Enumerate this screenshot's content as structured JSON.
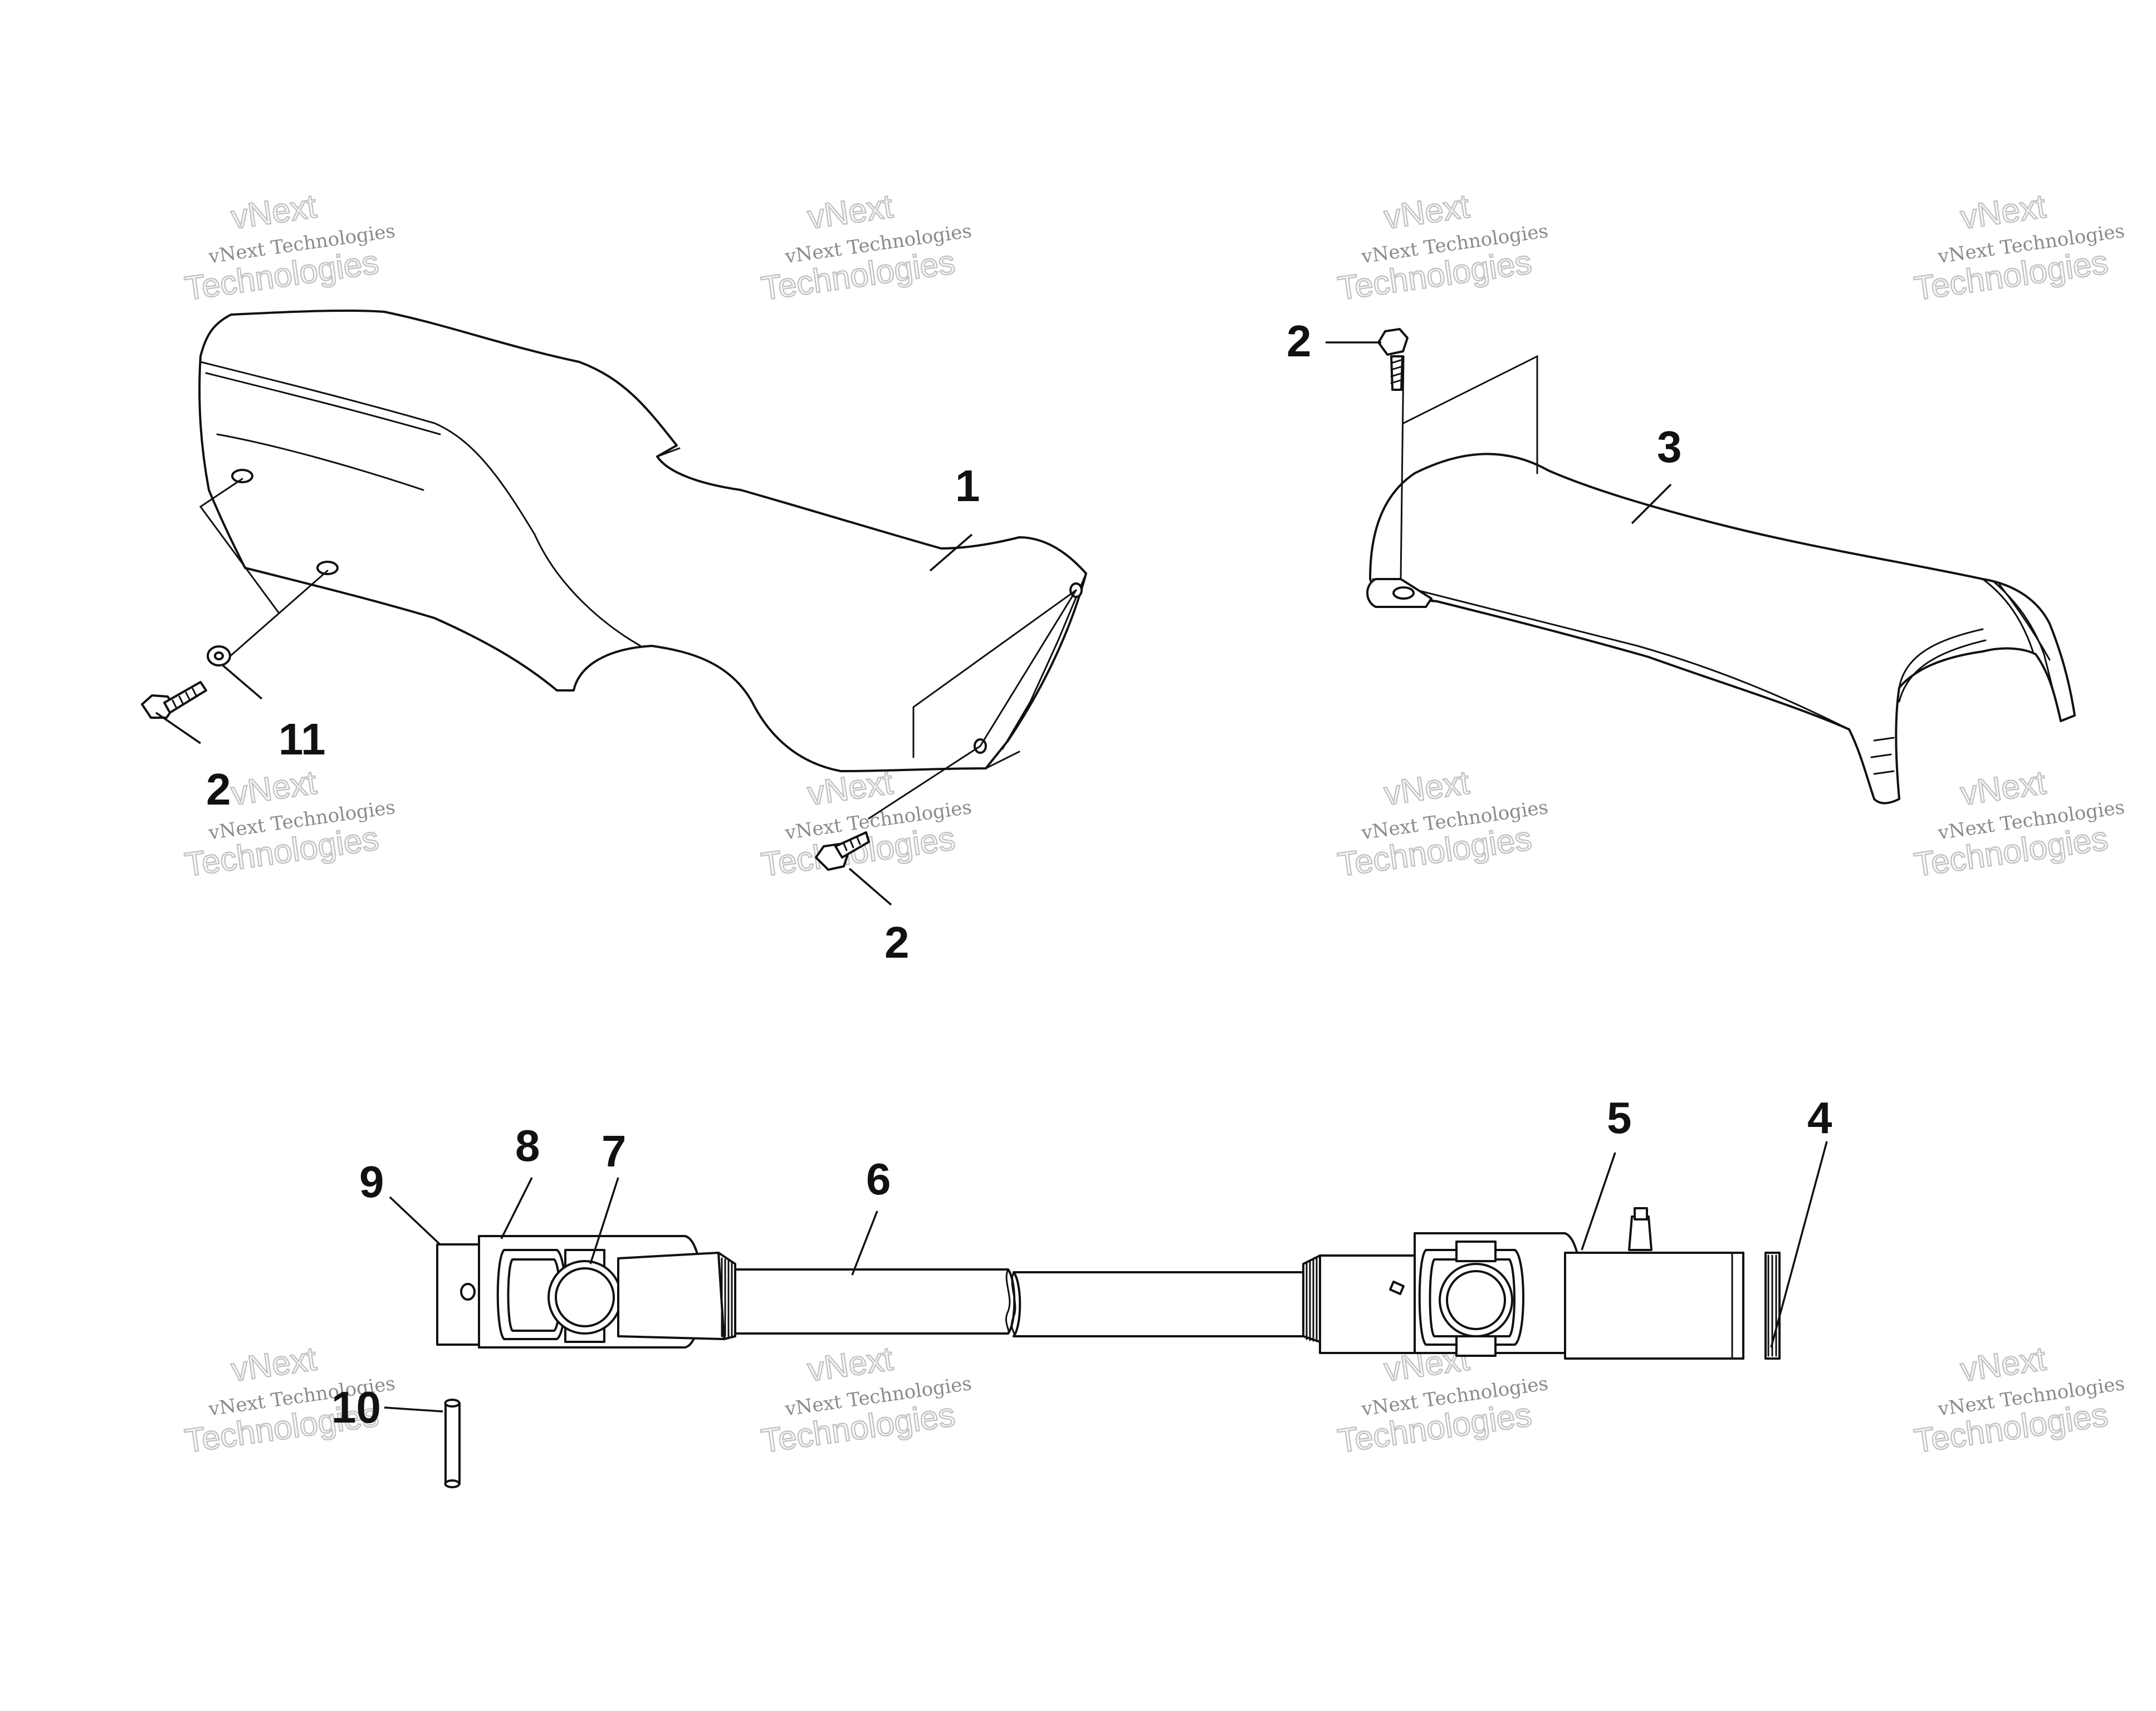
{
  "diagram": {
    "callouts": [
      "1",
      "2",
      "2",
      "2",
      "3",
      "4",
      "5",
      "6",
      "7",
      "8",
      "9",
      "10",
      "11"
    ],
    "watermark": {
      "top_line": "vNext",
      "middle_line": "vNext Technologies",
      "bottom_line": "Technologies"
    }
  }
}
